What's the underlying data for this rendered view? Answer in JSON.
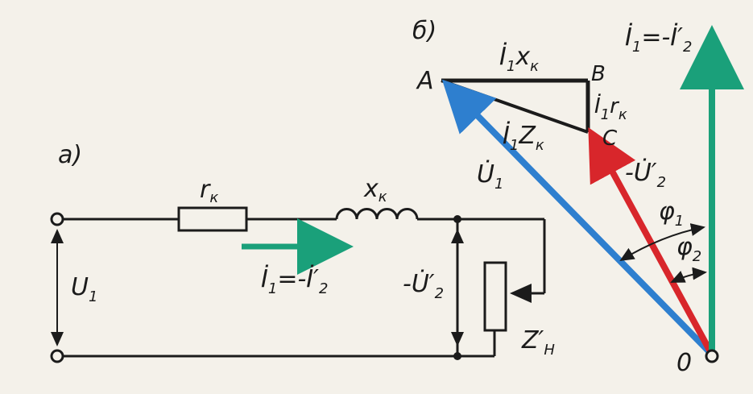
{
  "panel_a": {
    "tag": "а)",
    "resistor_label": "r",
    "resistor_sub": "к",
    "inductor_label": "x",
    "inductor_sub": "к",
    "voltage_in": "U",
    "voltage_in_sub": "1",
    "current": "İ",
    "current_sub": "1",
    "current_eq": "=-İ′",
    "current_eq_sub": "2",
    "load_voltage": "-U̇′",
    "load_voltage_sub": "2",
    "load": "Z′",
    "load_sub": "Н"
  },
  "panel_b": {
    "tag": "б)",
    "point_a": "A",
    "point_b": "B",
    "point_c": "C",
    "point_o": "0",
    "ab_label": "İ",
    "ab_label_sub": "1",
    "ab_label_rest": "x",
    "ab_label_rest_sub": "к",
    "bc_label": "İ",
    "bc_label_sub": "1",
    "bc_label_rest": "r",
    "bc_label_rest_sub": "к",
    "ac_label": "İ",
    "ac_label_sub": "1",
    "ac_label_rest": "Z",
    "ac_label_rest_sub": "к",
    "u1_label": "U̇",
    "u1_label_sub": "1",
    "u2_label": "-U̇′",
    "u2_label_sub": "2",
    "i1_label": "İ",
    "i1_label_sub": "1",
    "i1_eq": "=-İ′",
    "i1_eq_sub": "2",
    "phi1": "φ",
    "phi1_sub": "1",
    "phi2": "φ",
    "phi2_sub": "2"
  },
  "colors": {
    "current_arrow": "#1aa07a",
    "u1_arrow": "#2e7fcf",
    "u2_arrow": "#d8262b",
    "ink": "#1b1b1b"
  }
}
